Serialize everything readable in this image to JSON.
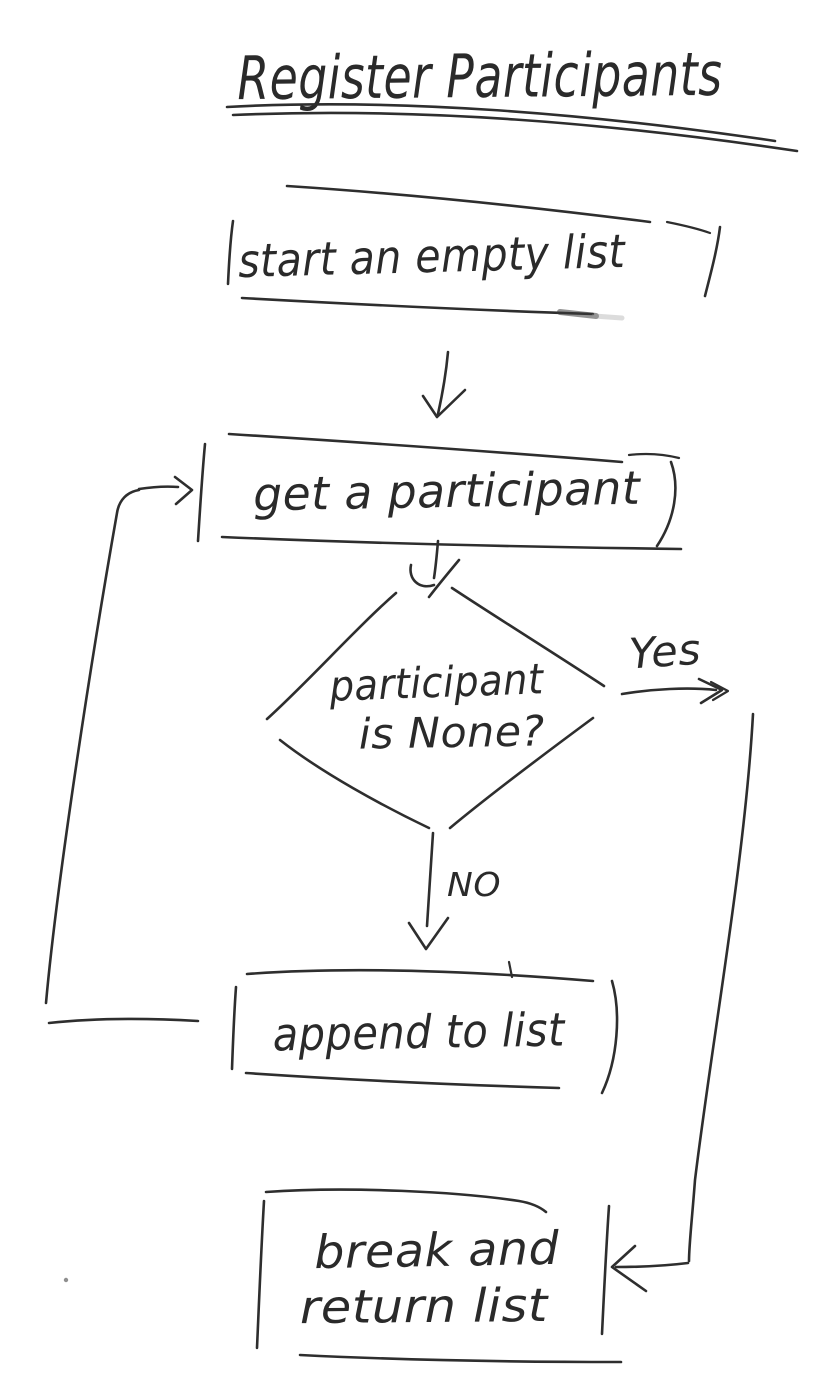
{
  "diagram": {
    "title": "Register Participants",
    "ink_color": "#2e2e2e",
    "paper_color": "#ffffff",
    "nodes": [
      {
        "id": "start",
        "type": "process",
        "label": "start an empty list"
      },
      {
        "id": "get",
        "type": "process",
        "label": "get a participant"
      },
      {
        "id": "check",
        "type": "decision",
        "label": "participant is None?",
        "label_line1": "participant",
        "label_line2": "is None?"
      },
      {
        "id": "append",
        "type": "process",
        "label": "append to list"
      },
      {
        "id": "break",
        "type": "process",
        "label": "break and return list",
        "label_line1": "break and",
        "label_line2": "return list"
      }
    ],
    "edges": [
      {
        "from": "start",
        "to": "get",
        "label": ""
      },
      {
        "from": "get",
        "to": "check",
        "label": ""
      },
      {
        "from": "check",
        "to": "break",
        "label": "Yes"
      },
      {
        "from": "check",
        "to": "append",
        "label": "NO"
      },
      {
        "from": "append",
        "to": "get",
        "label": ""
      }
    ]
  }
}
